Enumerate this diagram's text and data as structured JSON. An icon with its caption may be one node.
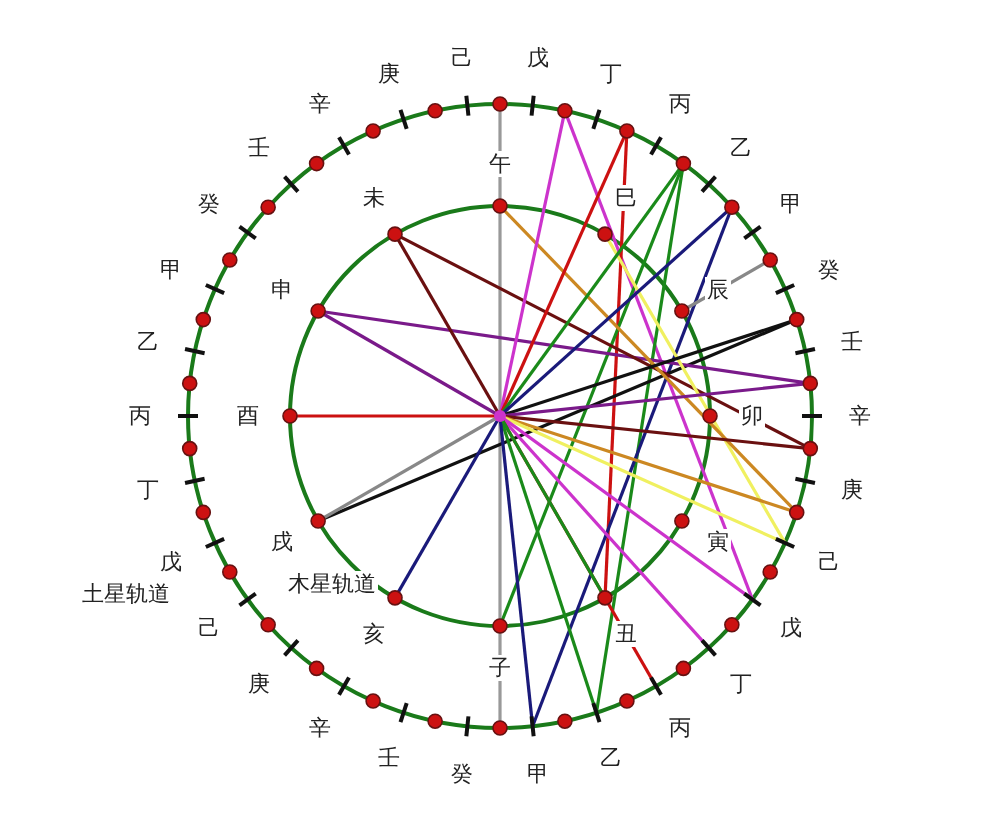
{
  "diagram": {
    "labels": [
      "戊",
      "丁",
      "丙",
      "乙",
      "甲",
      "癸",
      "壬",
      "辛",
      "庚",
      "己",
      "戊",
      "丁",
      "丙",
      "乙",
      "甲",
      "癸",
      "壬",
      "辛",
      "庚",
      "己",
      "戊",
      "丁",
      "丙",
      "乙",
      "甲",
      "癸",
      "壬",
      "辛",
      "庚",
      "己",
      "午",
      "巳",
      "辰",
      "卯",
      "寅",
      "丑",
      "子",
      "亥",
      "戌",
      "酉",
      "申",
      "未",
      "土星轨道",
      "木星轨道"
    ]
  }
}
